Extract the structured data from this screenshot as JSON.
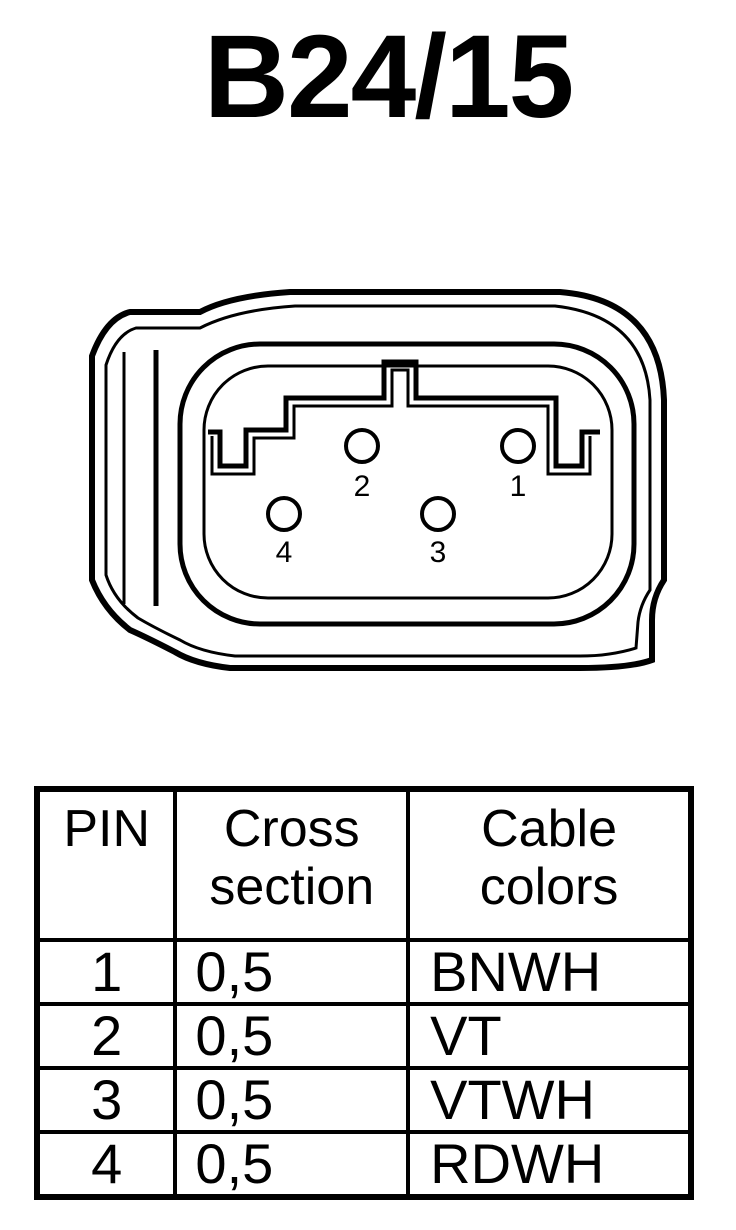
{
  "title": "B24/15",
  "connector": {
    "pins": [
      {
        "label": "1"
      },
      {
        "label": "2"
      },
      {
        "label": "3"
      },
      {
        "label": "4"
      }
    ]
  },
  "table": {
    "headers": {
      "pin": "PIN",
      "cross_line1": "Cross",
      "cross_line2": "section",
      "cable_line1": "Cable",
      "cable_line2": "colors"
    },
    "rows": [
      {
        "pin": "1",
        "cross_section": "0,5",
        "color": "BNWH"
      },
      {
        "pin": "2",
        "cross_section": "0,5",
        "color": "VT"
      },
      {
        "pin": "3",
        "cross_section": "0,5",
        "color": "VTWH"
      },
      {
        "pin": "4",
        "cross_section": "0,5",
        "color": "RDWH"
      }
    ]
  }
}
